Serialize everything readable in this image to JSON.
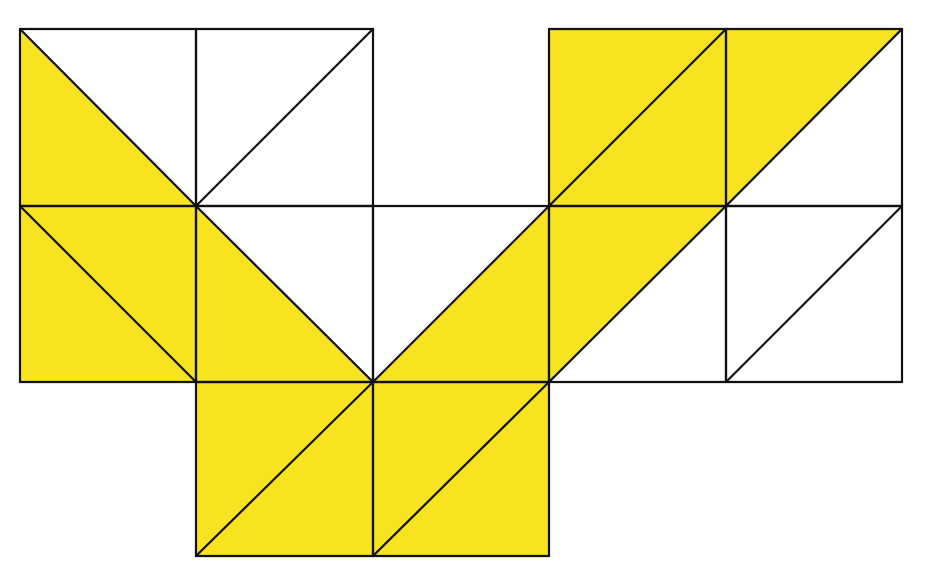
{
  "diagram": {
    "description_visible_text": "",
    "colors": {
      "shaded": "#f7e31f",
      "unshaded": "#ffffff",
      "line": "#111111"
    },
    "grid": {
      "columns": 5,
      "rows": 3
    },
    "cells": [
      {
        "id": "r0c0",
        "row": 0,
        "col": 0,
        "diagonal": "backslash",
        "shaded": [
          "lower-left"
        ]
      },
      {
        "id": "r0c1",
        "row": 0,
        "col": 1,
        "diagonal": "slash",
        "shaded": []
      },
      {
        "id": "r0c3",
        "row": 0,
        "col": 3,
        "diagonal": "slash",
        "shaded": [
          "upper-left",
          "lower-right"
        ]
      },
      {
        "id": "r0c4",
        "row": 0,
        "col": 4,
        "diagonal": "slash",
        "shaded": [
          "upper-left"
        ]
      },
      {
        "id": "r1c0",
        "row": 1,
        "col": 0,
        "diagonal": "backslash",
        "shaded": [
          "upper-right",
          "lower-left"
        ]
      },
      {
        "id": "r1c1",
        "row": 1,
        "col": 1,
        "diagonal": "backslash",
        "shaded": [
          "lower-left"
        ]
      },
      {
        "id": "r1c2",
        "row": 1,
        "col": 2,
        "diagonal": "slash",
        "shaded": [
          "lower-right"
        ]
      },
      {
        "id": "r1c3",
        "row": 1,
        "col": 3,
        "diagonal": "slash",
        "shaded": [
          "upper-left"
        ]
      },
      {
        "id": "r1c4",
        "row": 1,
        "col": 4,
        "diagonal": "slash",
        "shaded": []
      },
      {
        "id": "r2c1",
        "row": 2,
        "col": 1,
        "diagonal": "slash",
        "shaded": [
          "upper-left",
          "lower-right"
        ]
      },
      {
        "id": "r2c2",
        "row": 2,
        "col": 2,
        "diagonal": "slash",
        "shaded": [
          "upper-left",
          "lower-right"
        ]
      }
    ]
  }
}
